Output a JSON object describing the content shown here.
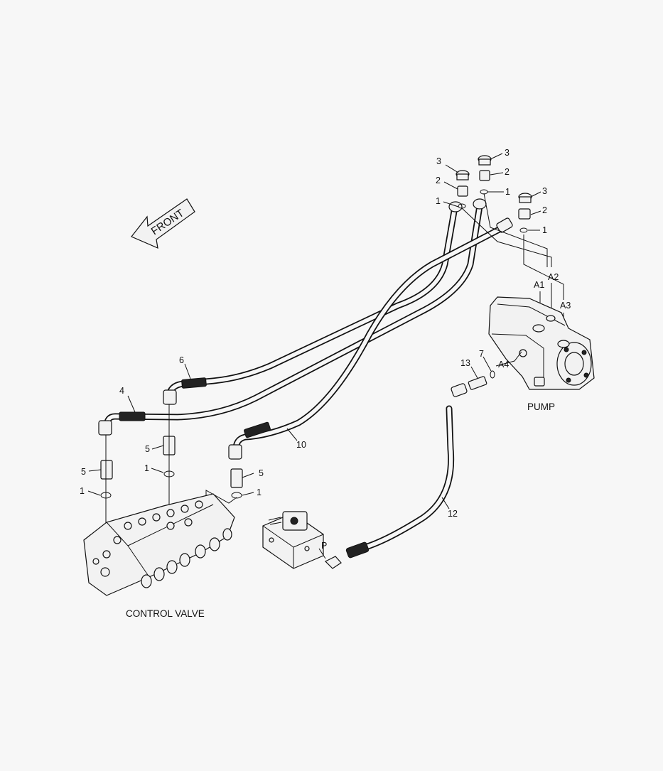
{
  "orientation": {
    "front_label": "FRONT"
  },
  "components": {
    "pump_label": "PUMP",
    "control_valve_label": "CONTROL VALVE",
    "block_port_label": "P"
  },
  "ports": {
    "a1": "A1",
    "a2": "A2",
    "a3": "A3",
    "a4": "A4"
  },
  "callouts": {
    "n1": "1",
    "n2": "2",
    "n3": "3",
    "n4": "4",
    "n5": "5",
    "n6": "6",
    "n7": "7",
    "n10": "10",
    "n12": "12",
    "n13": "13"
  }
}
